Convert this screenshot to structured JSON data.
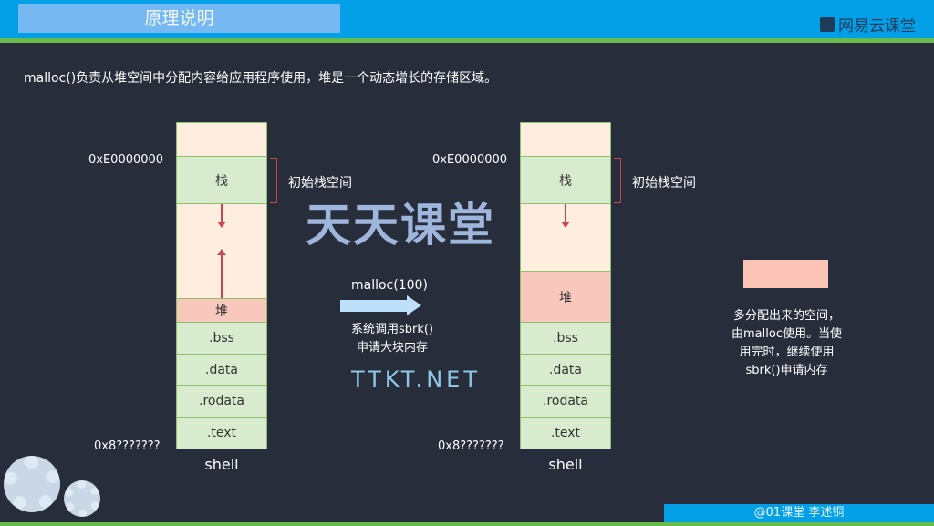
{
  "header": {
    "title": "原理说明",
    "brand": "网易云课堂"
  },
  "intro": "malloc()负责从堆空间中分配内容给应用程序使用，堆是一个动态增长的存储区域。",
  "left": {
    "addr_top": "0xE0000000",
    "addr_bottom": "0x8???????",
    "stack": "栈",
    "heap": "堆",
    "segments": [
      ".bss",
      ".data",
      ".rodata",
      ".text"
    ],
    "stack_label": "初始栈空间",
    "caption": "shell"
  },
  "middle": {
    "call": "malloc(100)",
    "line1": "系统调用sbrk()",
    "line2": "申请大块内存"
  },
  "right": {
    "addr_top": "0xE0000000",
    "addr_bottom": "0x8???????",
    "stack": "栈",
    "heap": "堆",
    "segments": [
      ".bss",
      ".data",
      ".rodata",
      ".text"
    ],
    "stack_label": "初始栈空间",
    "caption": "shell"
  },
  "legend": {
    "text": [
      "多分配出来的空间，",
      "由malloc使用。当使",
      "用完时，继续使用",
      "sbrk()申请内存"
    ]
  },
  "watermark": {
    "cn": "天天课堂",
    "en": "TTKT.NET"
  },
  "footer": "@01课堂 李述铜"
}
